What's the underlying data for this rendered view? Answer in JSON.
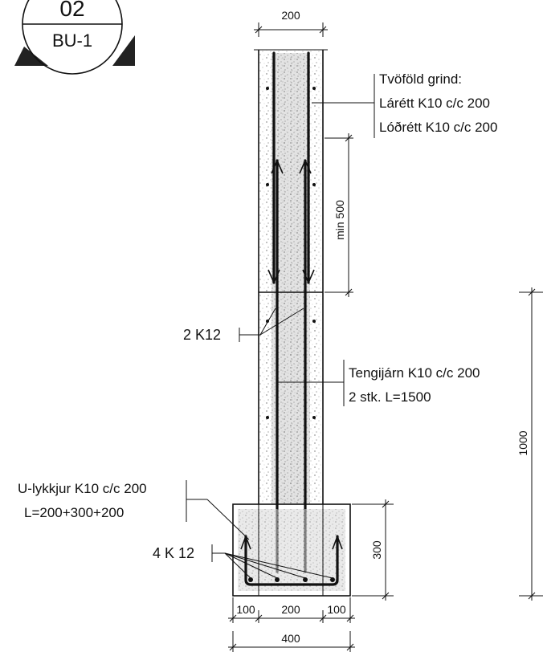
{
  "badge": {
    "top": "02",
    "bottom": "BU-1"
  },
  "labels": {
    "grid_title": "Tvöföld grind:",
    "grid_line1": "Lárétt K10 c/c 200",
    "grid_line2": "Lóðrétt K10 c/c 200",
    "min_lap": "min 500",
    "bars_wall": "2 K12",
    "dowels_line1": "Tengijárn K10 c/c  200",
    "dowels_line2": "2 stk. L=1500",
    "ubars_line1": "U-lykkjur K10 c/c 200",
    "ubars_line2": "L=200+300+200",
    "bars_footing": "4 K 12"
  },
  "dimensions": {
    "wall_width": "200",
    "height_total": "1000",
    "footing_height": "300",
    "seg_left": "100",
    "seg_mid": "200",
    "seg_right": "100",
    "footing_width": "400"
  }
}
